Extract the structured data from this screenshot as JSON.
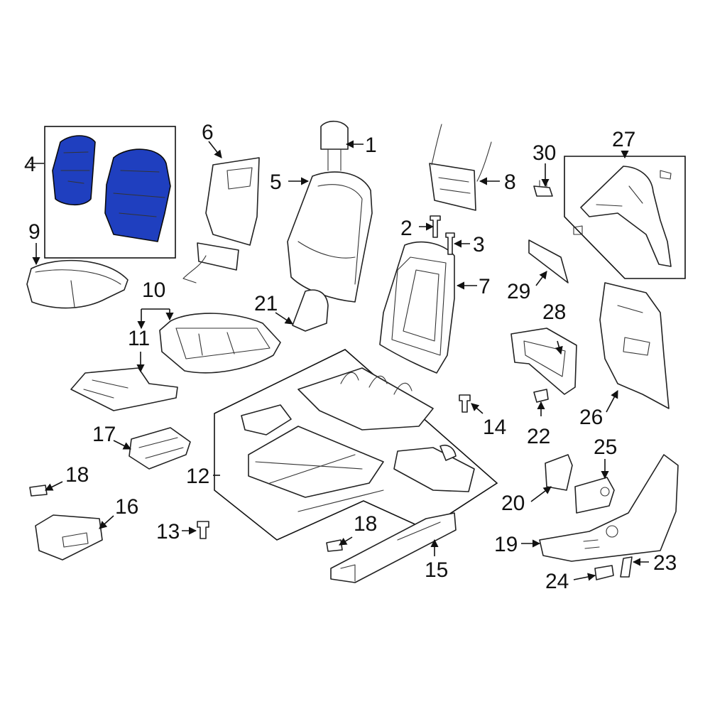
{
  "highlight_color": "#1f3fbf",
  "callouts": [
    {
      "label": "1"
    },
    {
      "label": "2"
    },
    {
      "label": "3"
    },
    {
      "label": "4"
    },
    {
      "label": "5"
    },
    {
      "label": "6"
    },
    {
      "label": "7"
    },
    {
      "label": "8"
    },
    {
      "label": "9"
    },
    {
      "label": "10"
    },
    {
      "label": "11"
    },
    {
      "label": "12"
    },
    {
      "label": "13"
    },
    {
      "label": "14"
    },
    {
      "label": "15"
    },
    {
      "label": "16"
    },
    {
      "label": "17"
    },
    {
      "label": "18"
    },
    {
      "label": "18"
    },
    {
      "label": "19"
    },
    {
      "label": "20"
    },
    {
      "label": "21"
    },
    {
      "label": "22"
    },
    {
      "label": "23"
    },
    {
      "label": "24"
    },
    {
      "label": "25"
    },
    {
      "label": "26"
    },
    {
      "label": "27"
    },
    {
      "label": "28"
    },
    {
      "label": "29"
    },
    {
      "label": "30"
    }
  ]
}
